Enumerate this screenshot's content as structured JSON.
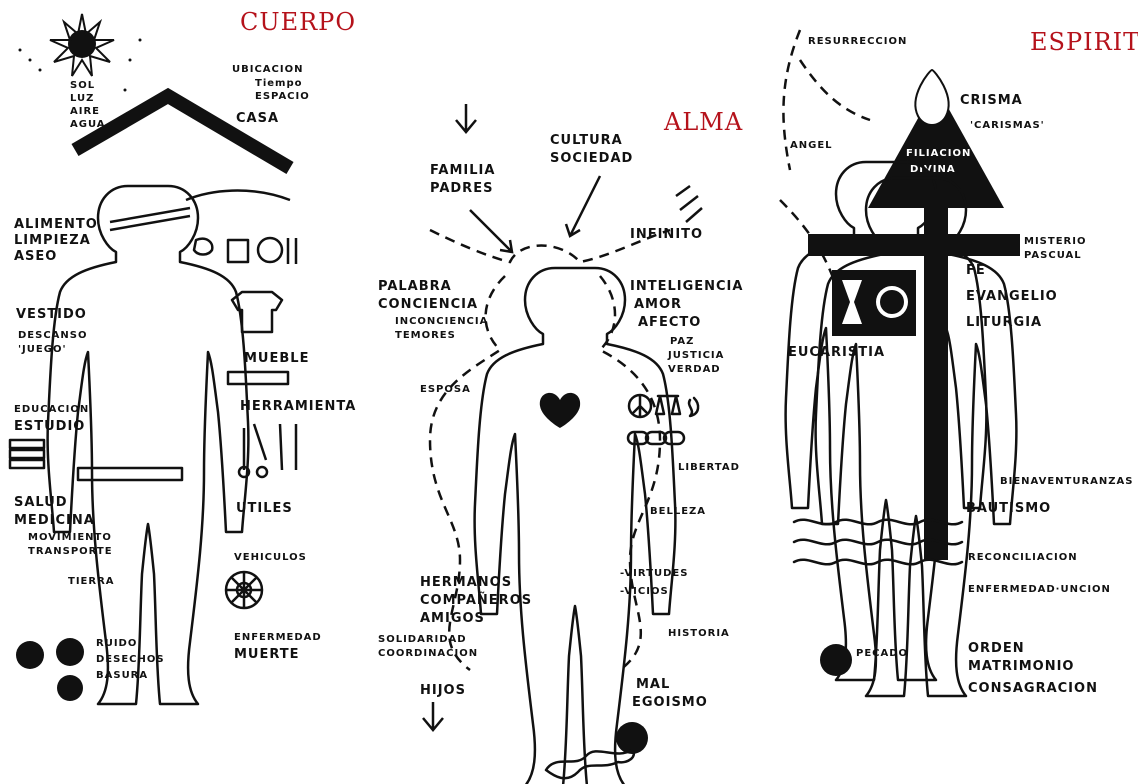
{
  "panels": {
    "cuerpo": {
      "title": "CUERPO",
      "sun": [
        "SOL",
        "LUZ",
        "AIRE",
        "AGUA"
      ],
      "ubicacion": [
        "UBICACION",
        "Tiempo",
        "ESPACIO"
      ],
      "casa": "CASA",
      "alimento": [
        "ALIMENTO",
        "LIMPIEZA",
        "ASEO"
      ],
      "vestido": [
        "VESTIDO",
        "DESCANSO",
        "'JUEGO'"
      ],
      "mueble": "MUEBLE",
      "herramienta": "HERRAMIENTA",
      "educacion": [
        "EDUCACION",
        "ESTUDIO"
      ],
      "utiles": "UTILES",
      "salud": [
        "SALUD",
        "MEDICINA",
        "MOVIMIENTO",
        "TRANSPORTE"
      ],
      "vehiculos": "VEHICULOS",
      "tierra": "TIERRA",
      "ruido": [
        "RUIDO",
        "DESECHOS",
        "BASURA"
      ],
      "enfermedad": [
        "ENFERMEDAD",
        "MUERTE"
      ]
    },
    "alma": {
      "title": "ALMA",
      "familia": [
        "FAMILIA",
        "PADRES"
      ],
      "cultura": [
        "CULTURA",
        "SOCIEDAD"
      ],
      "infinito": "INFINITO",
      "palabra": [
        "PALABRA",
        "CONCIENCIA",
        "INCONCIENCIA",
        "TEMORES"
      ],
      "inteligencia": [
        "INTELIGENCIA",
        "AMOR",
        "AFECTO"
      ],
      "paz": [
        "PAZ",
        "JUSTICIA",
        "VERDAD"
      ],
      "esposa": "ESPOSA",
      "libertad": "LIBERTAD",
      "belleza": "BELLEZA",
      "virtudes": [
        "-VIRTUDES",
        "-VICIOS"
      ],
      "hermanos": [
        "HERMANOS",
        "COMPAÑEROS",
        "AMIGOS"
      ],
      "solidaridad": [
        "SOLIDARIDAD",
        "COORDINACION"
      ],
      "historia": "HISTORIA",
      "hijos": "HIJOS",
      "mal": [
        "MAL",
        "EGOISMO"
      ]
    },
    "espiritu": {
      "title": "ESPIRITU",
      "resurreccion": "RESURRECCION",
      "crisma": "CRISMA",
      "carismas": "'CARISMAS'",
      "angel": "ANGEL",
      "filiacion": [
        "FILIACION",
        "DIVINA"
      ],
      "misterio": [
        "MISTERIO",
        "PASCUAL"
      ],
      "fe": [
        "FE",
        "EVANGELIO",
        "LITURGIA"
      ],
      "eucaristia": "EUCARISTIA",
      "bienaventuranzas": "BIENAVENTURANZAS",
      "bautismo": "BAUTISMO",
      "reconciliacion": "RECONCILIACION",
      "uncion": "ENFERMEDAD·UNCION",
      "pecado": "PECADO",
      "orden": [
        "ORDEN",
        "MATRIMONIO",
        "CONSAGRACION"
      ]
    }
  },
  "colors": {
    "title": "#b5121b",
    "ink": "#111111"
  }
}
